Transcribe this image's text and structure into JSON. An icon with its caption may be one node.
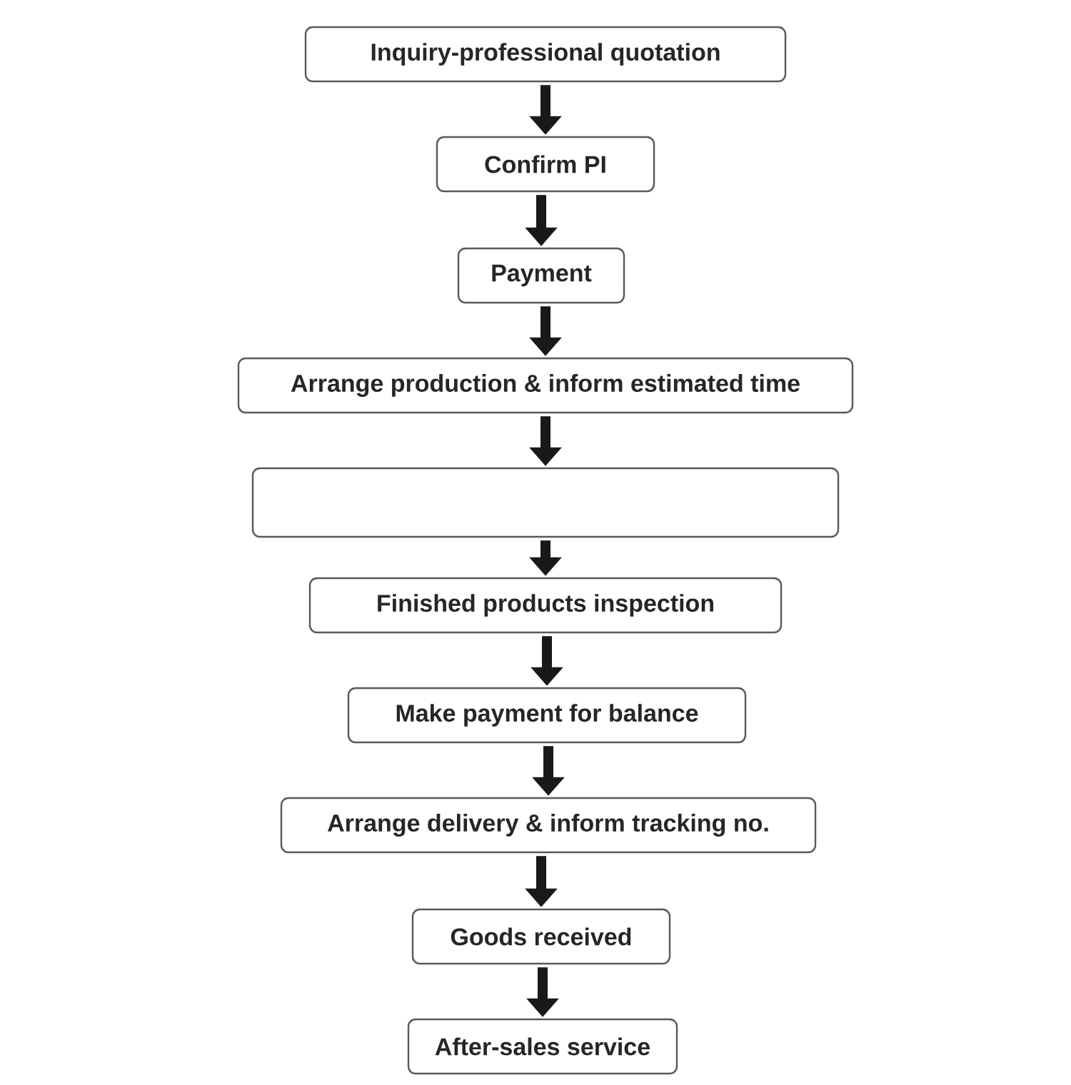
{
  "diagram": {
    "nodes": [
      {
        "text": [
          "Inquiry-professional quotation"
        ]
      },
      {
        "text": [
          "Confirm PI"
        ]
      },
      {
        "text": [
          "Payment"
        ]
      },
      {
        "text": [
          "Arrange production & inform estimated time"
        ]
      },
      {
        "text": [],
        "shape": "box"
      },
      {
        "text": [
          "Finished products inspection"
        ]
      },
      {
        "text": [
          "Make payment for balance"
        ]
      },
      {
        "text": [
          "Arrange delivery & inform tracking no."
        ]
      },
      {
        "text": [
          "Goods received"
        ]
      },
      {
        "text": [
          "After-sales service"
        ]
      }
    ],
    "edges": [
      {
        "from": 0,
        "to": 1,
        "arrow": "to"
      },
      {
        "from": 1,
        "to": 2,
        "arrow": "to"
      },
      {
        "from": 2,
        "to": 3,
        "arrow": "to"
      },
      {
        "from": 3,
        "to": 4,
        "arrow": "to"
      },
      {
        "from": 4,
        "to": 5,
        "arrow": "to"
      },
      {
        "from": 5,
        "to": 6,
        "arrow": "to"
      },
      {
        "from": 6,
        "to": 7,
        "arrow": "to"
      },
      {
        "from": 7,
        "to": 8,
        "arrow": "to"
      },
      {
        "from": 8,
        "to": 9,
        "arrow": "to"
      }
    ]
  }
}
